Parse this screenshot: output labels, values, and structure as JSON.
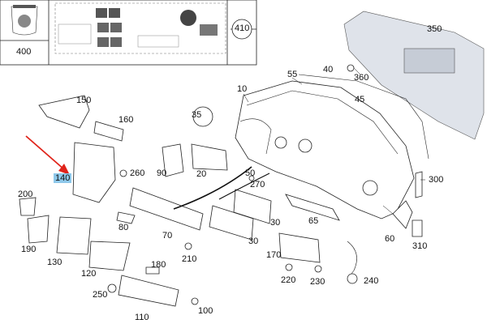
{
  "colors": {
    "highlight": "#8ec8ea",
    "callout_arrow": "#e0241b",
    "line": "#222222",
    "panel_fill": "#dfe3ea"
  },
  "inset": {
    "left_label": "400",
    "right_label": "410"
  },
  "parts": {
    "p10": "10",
    "p20": "20",
    "p30a": "30",
    "p30b": "30",
    "p35": "35",
    "p40": "40",
    "p45": "45",
    "p50": "50",
    "p55": "55",
    "p60": "60",
    "p65": "65",
    "p70": "70",
    "p80": "80",
    "p90": "90",
    "p100": "100",
    "p110": "110",
    "p120": "120",
    "p130": "130",
    "p140": "140",
    "p150": "150",
    "p160": "160",
    "p170": "170",
    "p180": "180",
    "p190": "190",
    "p200": "200",
    "p210": "210",
    "p220": "220",
    "p230": "230",
    "p240": "240",
    "p250": "250",
    "p260": "260",
    "p270": "270",
    "p300": "300",
    "p310": "310",
    "p350": "350",
    "p360": "360"
  },
  "highlighted_part": "140"
}
